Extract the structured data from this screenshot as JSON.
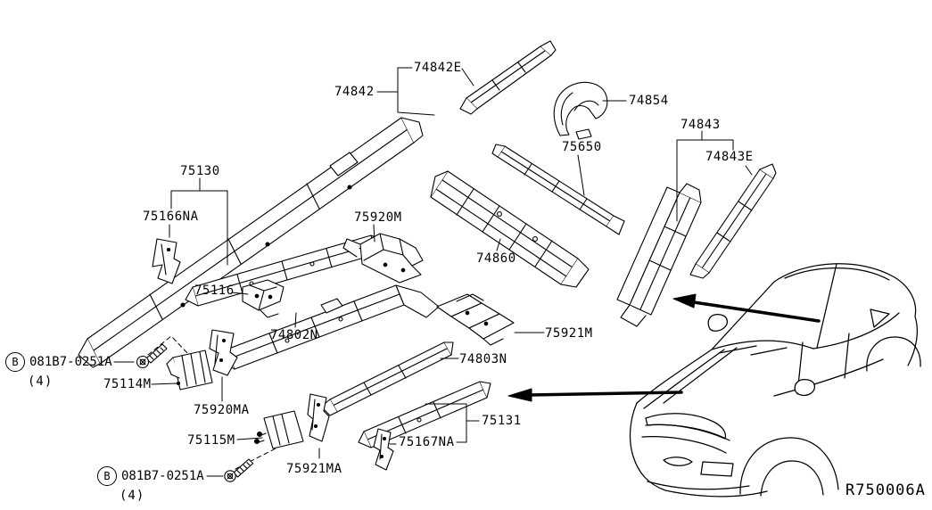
{
  "diagram": {
    "ref_code": "R750006A",
    "background_color": "#ffffff",
    "line_color": "#000000",
    "part_labels": {
      "74842": "74842",
      "74842E": "74842E",
      "74854": "74854",
      "74843": "74843",
      "74843E": "74843E",
      "75650": "75650",
      "75130": "75130",
      "75166NA": "75166NA",
      "75920M": "75920M",
      "74860": "74860",
      "75116": "75116",
      "74802N": "74802N",
      "75921M": "75921M",
      "74803N": "74803N",
      "75114M": "75114M",
      "75920MA": "75920MA",
      "75131": "75131",
      "75167NA": "75167NA",
      "75115M": "75115M",
      "75921MA": "75921MA"
    },
    "fasteners": [
      {
        "marker": "B",
        "part_number": "081B7-0251A",
        "quantity": "(4)"
      },
      {
        "marker": "B",
        "part_number": "081B7-0251A",
        "quantity": "(4)"
      }
    ]
  }
}
